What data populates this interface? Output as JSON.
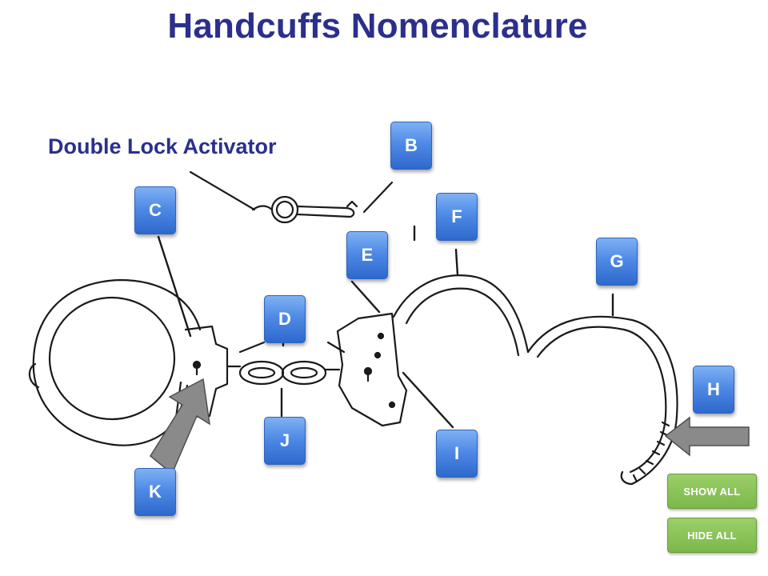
{
  "title": "Handcuffs Nomenclature",
  "caption": "Double Lock Activator",
  "labels": {
    "b": "B",
    "c": "C",
    "d": "D",
    "e": "E",
    "f": "F",
    "g": "G",
    "h": "H",
    "i": "I",
    "j": "J",
    "k": "K"
  },
  "buttons": {
    "show_all": "SHOW ALL",
    "hide_all": "HIDE ALL"
  },
  "colors": {
    "title": "#2b2f8c",
    "label_blue": "#4f8ae6",
    "button_green": "#7cb84a",
    "arrow_gray": "#888888"
  }
}
